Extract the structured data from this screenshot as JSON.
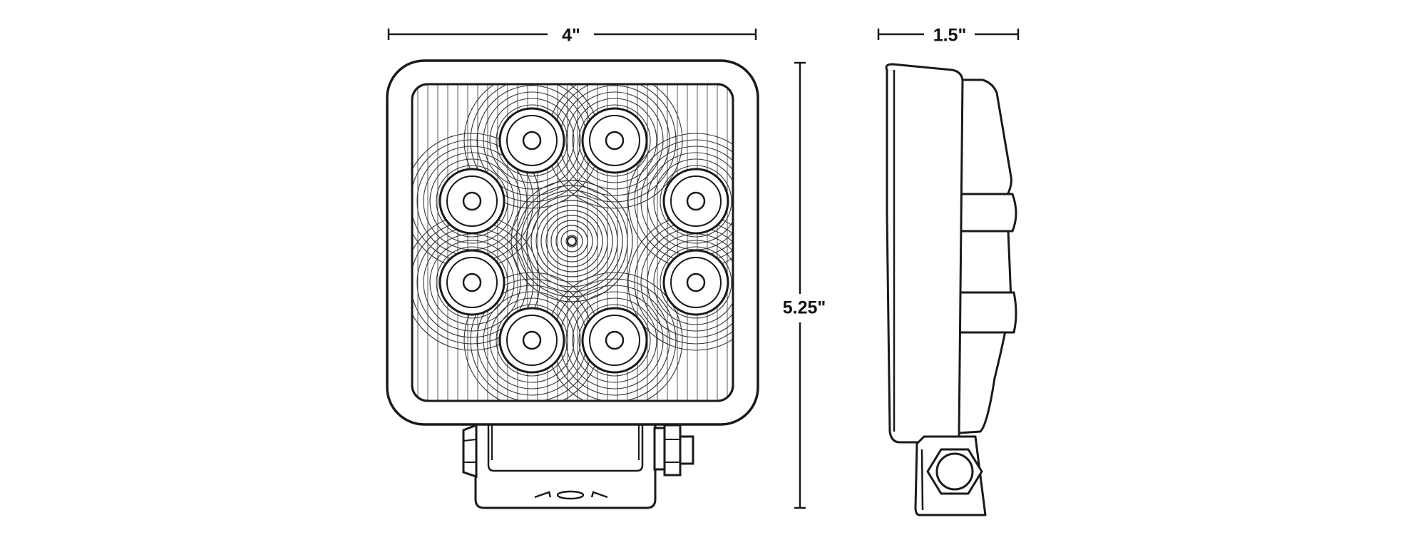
{
  "dimensions": {
    "width": "4\"",
    "depth": "1.5\"",
    "height": "5.25\""
  },
  "colors": {
    "line": "#1a1a1a",
    "fine_line": "#333333",
    "background": "#ffffff"
  },
  "led_count": 8
}
